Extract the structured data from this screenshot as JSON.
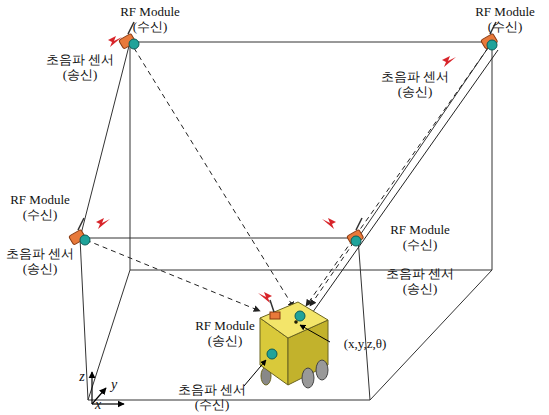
{
  "diagram": {
    "labels": [
      "RF Module (수신)",
      "초음파 센서 (송신)",
      "RF Module (수신)",
      "초음파 센서 (송신)",
      "RF Module (수신)",
      "초음파 센서 (송신)",
      "RF Module (수신)",
      "초음파 센서 (송신)",
      "RF Module (송신)",
      "(x,y,z,θ)",
      "초음파 센서 (수신)",
      "z",
      "y",
      "x"
    ]
  }
}
